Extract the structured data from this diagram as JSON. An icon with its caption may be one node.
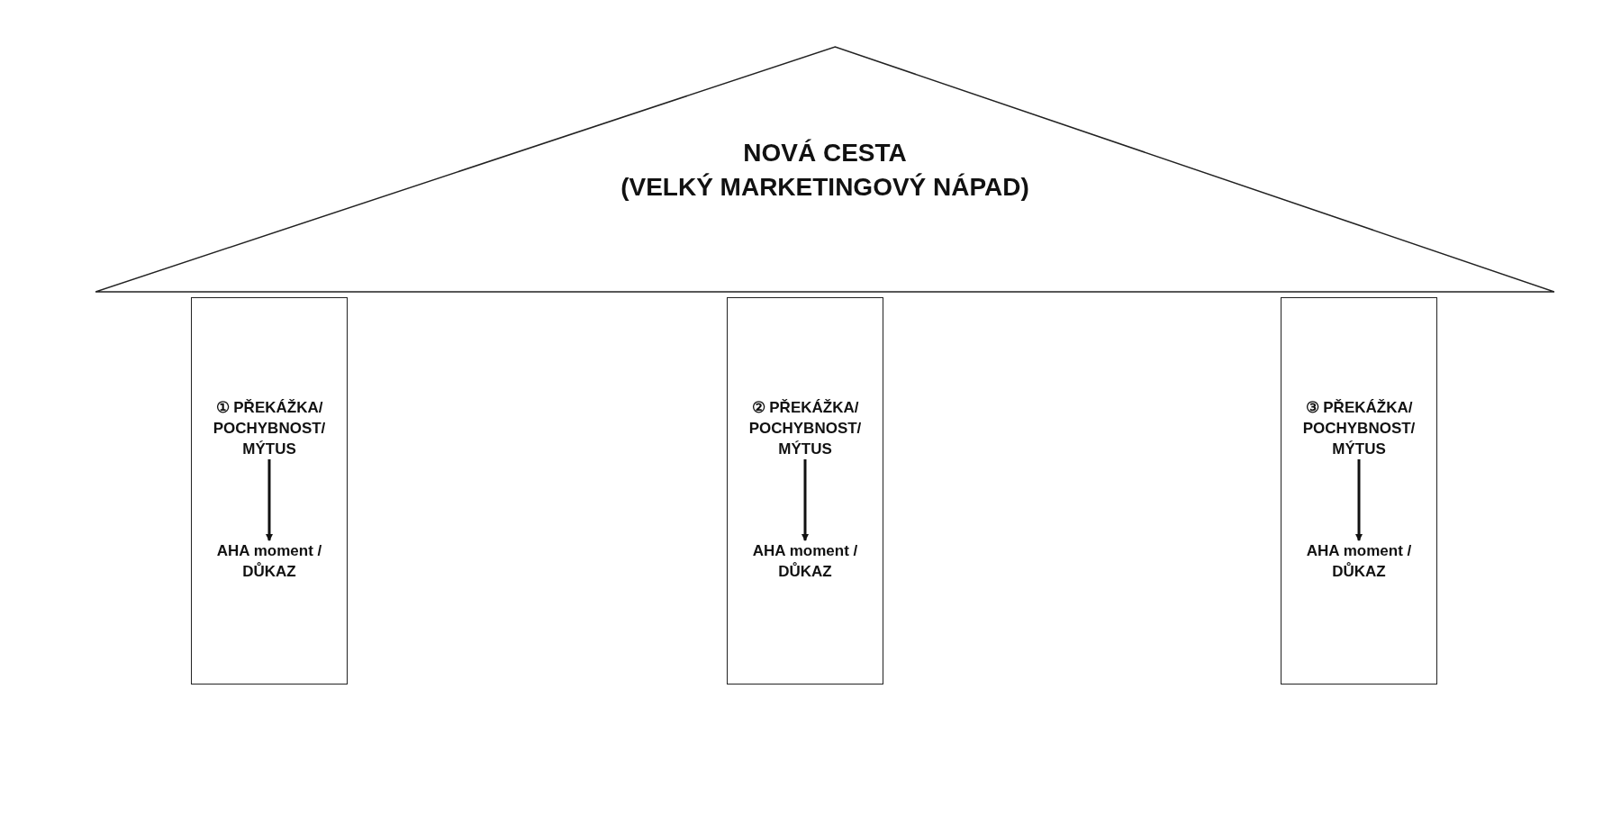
{
  "diagram": {
    "nodes": [
      {
        "text": [
          "NOVÁ CESTA",
          "(VELKÝ MARKETINGOVÝ NÁPAD)"
        ]
      },
      {
        "text": [],
        "shape": "box"
      },
      {
        "text": [
          "① PŘEKÁŽKA/ POCHYBNOST/ MÝTUS"
        ],
        "in": 1
      },
      {
        "text": [
          "AHA moment / DŮKAZ"
        ],
        "in": 1
      },
      {
        "text": [],
        "shape": "box"
      },
      {
        "text": [
          "② PŘEKÁŽKA/ POCHYBNOST/ MÝTUS"
        ],
        "in": 4
      },
      {
        "text": [
          "AHA moment / DŮKAZ"
        ],
        "in": 4
      },
      {
        "text": [],
        "shape": "box"
      },
      {
        "text": [
          "③ PŘEKÁŽKA/ POCHYBNOST/ MÝTUS"
        ],
        "in": 7
      },
      {
        "text": [
          "AHA moment / DŮKAZ"
        ],
        "in": 7
      }
    ],
    "edges": [
      {
        "from": 2,
        "to": 3,
        "arrow": "to"
      },
      {
        "from": 5,
        "to": 6,
        "arrow": "to"
      },
      {
        "from": 8,
        "to": 9,
        "arrow": "to"
      }
    ]
  }
}
